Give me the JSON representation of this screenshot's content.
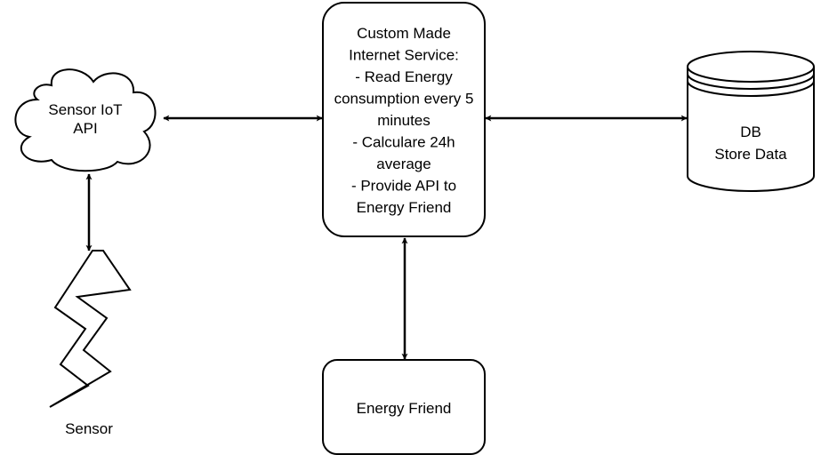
{
  "diagram": {
    "nodes": {
      "cloud": {
        "lines": [
          "Sensor IoT",
          "API"
        ]
      },
      "service": {
        "lines": [
          "Custom Made",
          "Internet Service:",
          "- Read Energy",
          "consumption every 5",
          "minutes",
          "- Calculare 24h",
          "average",
          "- Provide API to",
          "Energy Friend"
        ]
      },
      "db": {
        "lines": [
          "DB",
          "Store Data"
        ]
      },
      "friend": {
        "lines": [
          "Energy Friend"
        ]
      },
      "sensor": {
        "lines": [
          "Sensor"
        ]
      }
    },
    "edges": [
      {
        "from": "cloud",
        "to": "service",
        "direction": "both"
      },
      {
        "from": "service",
        "to": "db",
        "direction": "both"
      },
      {
        "from": "service",
        "to": "friend",
        "direction": "both"
      },
      {
        "from": "cloud",
        "to": "sensor",
        "direction": "both"
      }
    ],
    "colors": {
      "stroke": "#000000",
      "fill": "#ffffff",
      "text": "#000000"
    }
  }
}
